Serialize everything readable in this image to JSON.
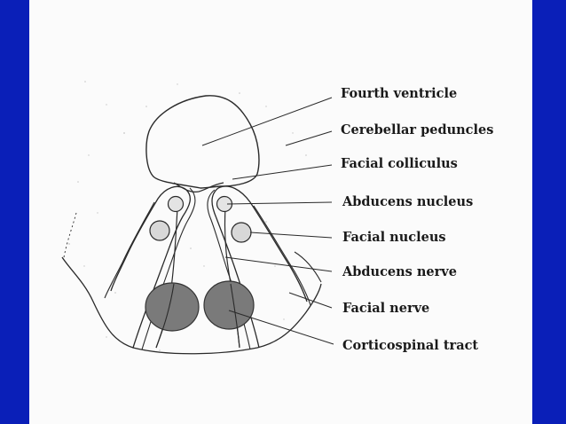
{
  "colors": {
    "slide_background": "#0a1fb8",
    "panel_background": "#fbfbfb",
    "ink": "#2a2a2a",
    "tract_fill": "#7a7a7a",
    "nucleus_fill": "#d8d8d8"
  },
  "labels": [
    {
      "id": "fourth-ventricle",
      "text": "Fourth ventricle"
    },
    {
      "id": "cerebellar-peduncles",
      "text": "Cerebellar peduncles"
    },
    {
      "id": "facial-colliculus",
      "text": "Facial colliculus"
    },
    {
      "id": "abducens-nucleus",
      "text": "Abducens nucleus"
    },
    {
      "id": "facial-nucleus",
      "text": "Facial nucleus"
    },
    {
      "id": "abducens-nerve",
      "text": "Abducens nerve"
    },
    {
      "id": "facial-nerve",
      "text": "Facial nerve"
    },
    {
      "id": "corticospinal-tract",
      "text": "Corticospinal tract"
    }
  ]
}
